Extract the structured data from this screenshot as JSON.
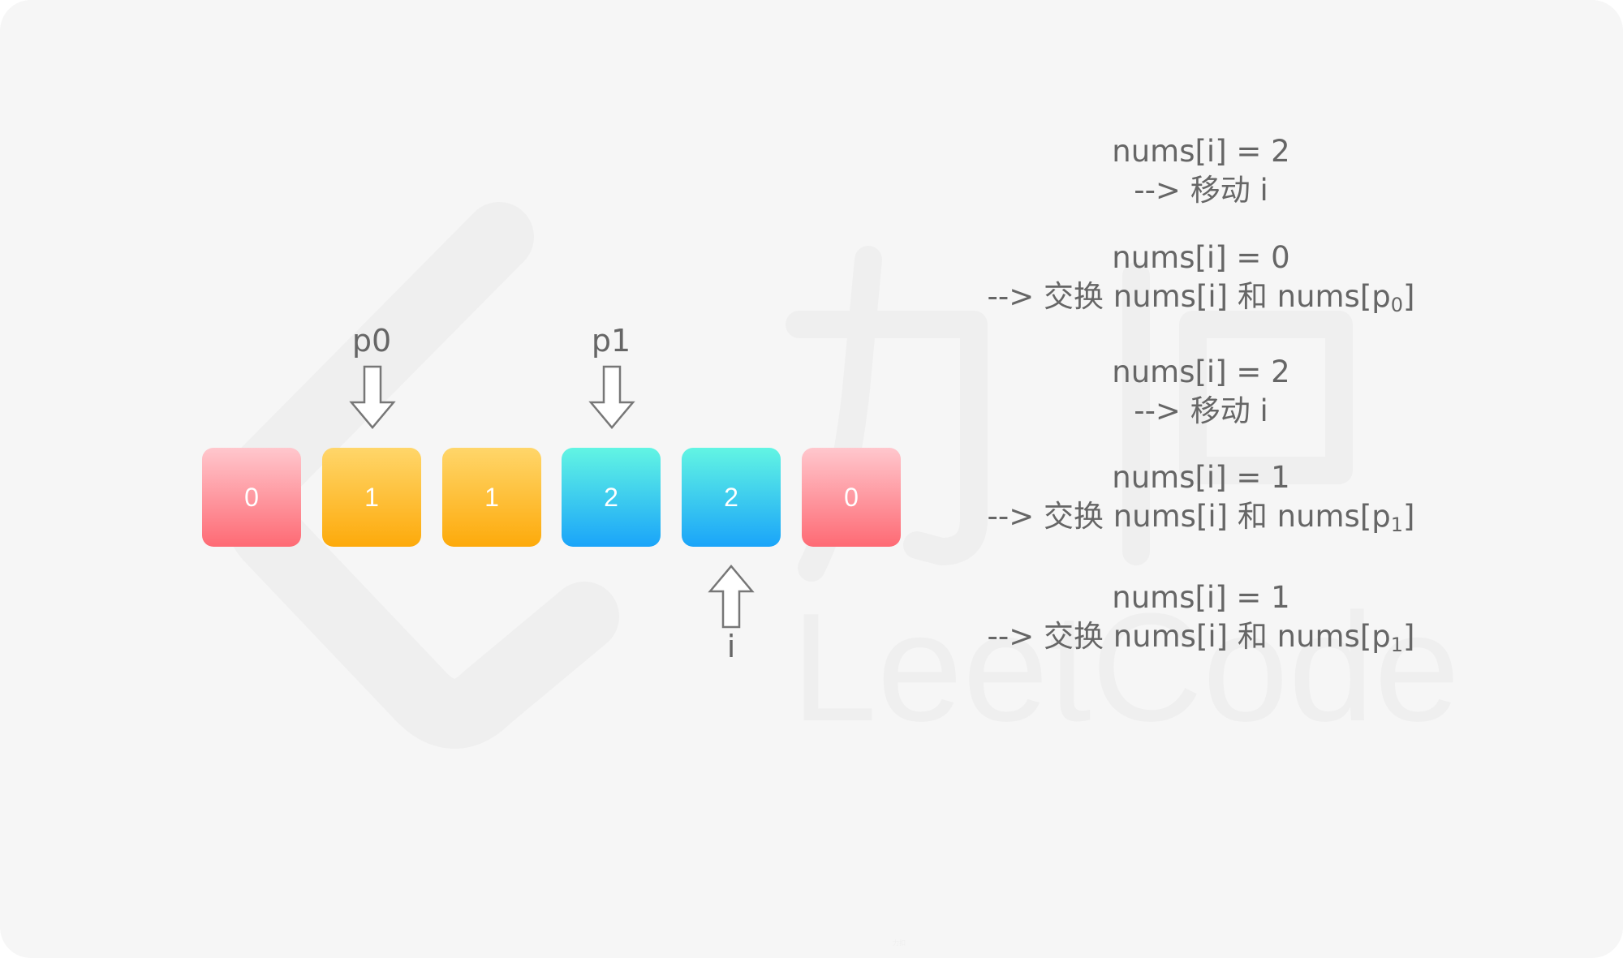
{
  "array": {
    "cells": [
      {
        "value": "0",
        "color": "red"
      },
      {
        "value": "1",
        "color": "orange"
      },
      {
        "value": "1",
        "color": "orange"
      },
      {
        "value": "2",
        "color": "blue"
      },
      {
        "value": "2",
        "color": "blue"
      },
      {
        "value": "0",
        "color": "red"
      }
    ]
  },
  "pointers": {
    "p0": "p0",
    "p1": "p1",
    "i": "i"
  },
  "steps": [
    {
      "line1": "nums[i] = 2",
      "line2": "--> 移动 i"
    },
    {
      "line1": "nums[i] = 0",
      "line2_prefix": "--> 交换 nums[i] 和 nums[p",
      "line2_sub": "0",
      "line2_suffix": "]"
    },
    {
      "line1": "nums[i] = 2",
      "line2": "--> 移动 i"
    },
    {
      "line1": "nums[i] = 1",
      "line2_prefix": "--> 交换 nums[i] 和 nums[p",
      "line2_sub": "1",
      "line2_suffix": "]"
    },
    {
      "line1": "nums[i] = 1",
      "line2_prefix": "--> 交换 nums[i] 和 nums[p",
      "line2_sub": "1",
      "line2_suffix": "]"
    }
  ],
  "watermark": {
    "text": "LeetCode",
    "logo_text": "力扣"
  },
  "colors": {
    "red": "#fe6a74",
    "orange": "#fdaa0b",
    "blue": "#1aa4f9",
    "text": "#666666",
    "background": "#f6f6f6"
  }
}
